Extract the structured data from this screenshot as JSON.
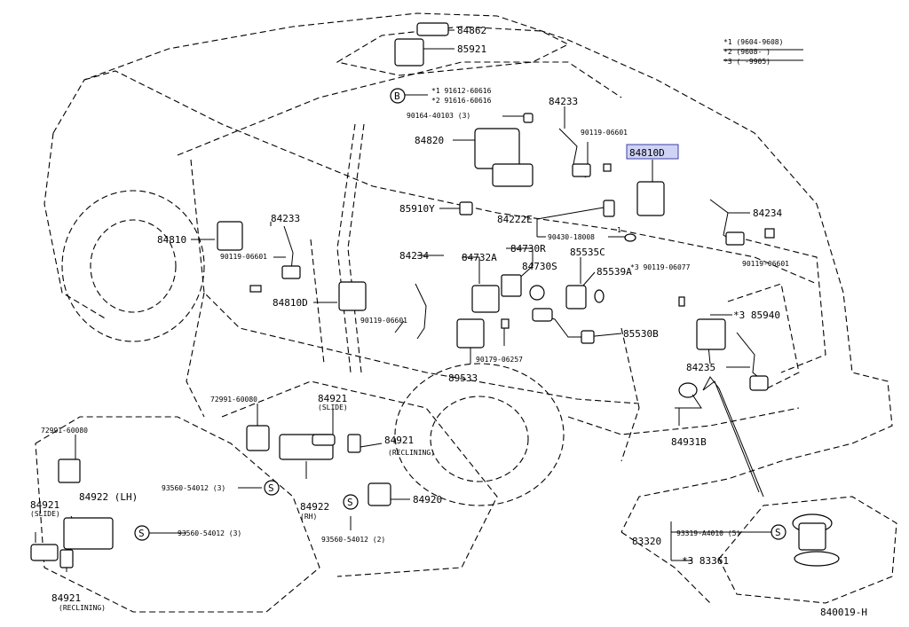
{
  "legend": {
    "row1": "*1 (9604-9608)",
    "row2": "*2 (9608-    )",
    "row3": "*3 (    -9905)"
  },
  "diagram_id": "840019-H",
  "labels": {
    "l84862": "84862",
    "l85921": "85921",
    "lB1": "*1 91612-60616",
    "lB2": "*2 91616-60616",
    "l90164": "90164-40103 (3)",
    "l84233a": "84233",
    "l90119a": "90119-06601",
    "l84810D_hl": "84810D",
    "l84820": "84820",
    "l84233b": "84233",
    "l84810": "84810",
    "l90119b": "90119-06601",
    "l85910Y": "85910Y",
    "l84222E": "84222E",
    "l84234a": "84234",
    "l90430": "90430-18008",
    "l1": "1",
    "l84234b": "84234",
    "l84730R": "84730R",
    "l84732A": "84732A",
    "l84730S": "84730S",
    "l85535C": "85535C",
    "l85539A": "85539A",
    "l90119c": "*3 90119-06077",
    "l90119d": "90119-06601",
    "l84810D": "84810D",
    "l90119e": "90119-06601",
    "l85940": "*3 85940",
    "l85530B": "85530B",
    "l90179": "90179-06257",
    "l89533": "89533",
    "l84235": "84235",
    "l72991a": "72991-60080",
    "l84921a": "84921",
    "l84921a_sub": "(SLIDE)",
    "l72991b": "72991-60080",
    "l84921b": "84921",
    "l84921b_sub": "(RECLINING)",
    "l84931B": "84931B",
    "l84921c": "84921",
    "l84921c_sub": "(SLIDE)",
    "l84922LH": "84922 (LH)",
    "l93560a": "93560-54012 (3)",
    "l84922RH": "84922",
    "l84922RH_sub": "(RH)",
    "l84920": "84920",
    "l93560b": "93560-54012 (3)",
    "l93560c": "93560-54012 (2)",
    "l83320": "83320",
    "l93319": "93319-A4010 (5)",
    "l83361": "*3 83361",
    "l84921d": "84921",
    "l84921d_sub": "(RECLINING)",
    "sB": "B",
    "sS1": "S",
    "sS2": "S",
    "sS3": "S",
    "sS4": "S"
  },
  "colors": {
    "highlight": "#cfd3f5",
    "ink": "#000000"
  }
}
